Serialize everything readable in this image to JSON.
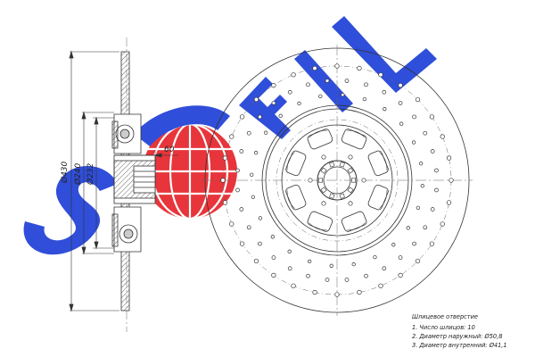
{
  "watermark": {
    "text": "SOFIL",
    "colors": {
      "blue": "#1e3fd6",
      "red": "#e5242b"
    }
  },
  "dimensions": {
    "overall_diameter": "Ø430",
    "inner_diameter_1": "Ø240",
    "inner_diameter_2": "Ø232",
    "hub_width": "60"
  },
  "spline_notes": {
    "title": "Шлицевое отверстие",
    "items": [
      "1. Число шлицов: 10",
      "2. Диаметр наружный: Ø50,8",
      "3. Диаметр внутренний: Ø41,1"
    ]
  },
  "colors": {
    "line": "#333333",
    "centerline": "#555555"
  }
}
